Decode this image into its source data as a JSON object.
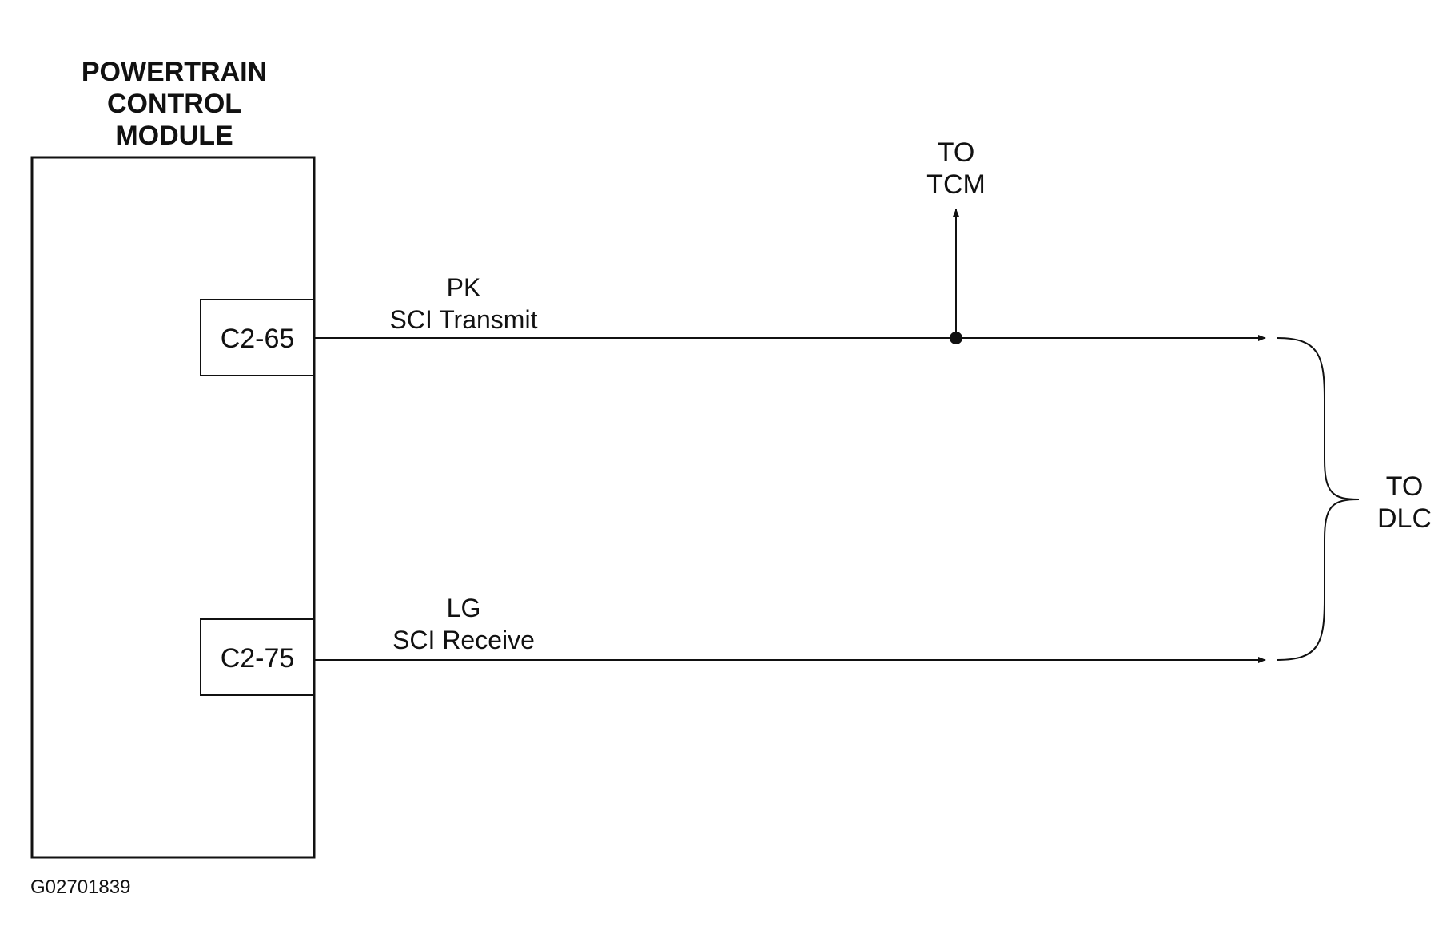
{
  "module": {
    "title_lines": [
      "POWERTRAIN",
      "CONTROL",
      "MODULE"
    ]
  },
  "pins": [
    {
      "id": "C2-65"
    },
    {
      "id": "C2-75"
    }
  ],
  "wires": [
    {
      "color_code": "PK",
      "function": "SCI Transmit"
    },
    {
      "color_code": "LG",
      "function": "SCI Receive"
    }
  ],
  "branch": {
    "lines": [
      "TO",
      "TCM"
    ]
  },
  "destination": {
    "lines": [
      "TO",
      "DLC"
    ]
  },
  "figure_id": "G02701839",
  "colors": {
    "ink": "#111111",
    "background": "#ffffff"
  }
}
